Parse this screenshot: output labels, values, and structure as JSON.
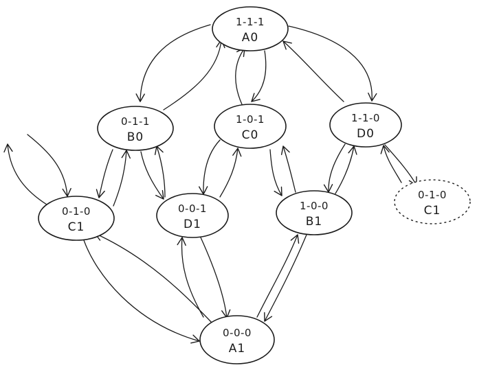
{
  "diagram": {
    "nodes": [
      {
        "id": "A0",
        "code": "1-1-1",
        "label": "A0",
        "style": "solid"
      },
      {
        "id": "B0",
        "code": "0-1-1",
        "label": "B0",
        "style": "solid"
      },
      {
        "id": "C0",
        "code": "1-0-1",
        "label": "C0",
        "style": "solid"
      },
      {
        "id": "D0",
        "code": "1-1-0",
        "label": "D0",
        "style": "solid"
      },
      {
        "id": "C1",
        "code": "0-1-0",
        "label": "C1",
        "style": "solid"
      },
      {
        "id": "D1",
        "code": "0-0-1",
        "label": "D1",
        "style": "solid"
      },
      {
        "id": "B1",
        "code": "1-0-0",
        "label": "B1",
        "style": "solid"
      },
      {
        "id": "C1b",
        "code": "0-1-0",
        "label": "C1",
        "style": "dashed"
      },
      {
        "id": "A1",
        "code": "0-0-0",
        "label": "A1",
        "style": "solid"
      }
    ],
    "edges": [
      {
        "from": "A0",
        "to": "B0"
      },
      {
        "from": "B0",
        "to": "A0"
      },
      {
        "from": "A0",
        "to": "C0"
      },
      {
        "from": "C0",
        "to": "A0"
      },
      {
        "from": "A0",
        "to": "D0"
      },
      {
        "from": "D0",
        "to": "A0"
      },
      {
        "from": "B0",
        "to": "C1"
      },
      {
        "from": "C1",
        "to": "B0"
      },
      {
        "from": "B0",
        "to": "D1"
      },
      {
        "from": "D1",
        "to": "B0"
      },
      {
        "from": "C0",
        "to": "D1"
      },
      {
        "from": "D1",
        "to": "C0"
      },
      {
        "from": "C0",
        "to": "B1"
      },
      {
        "from": "B1",
        "to": "C0"
      },
      {
        "from": "D0",
        "to": "B1"
      },
      {
        "from": "B1",
        "to": "D0"
      },
      {
        "from": "D0",
        "to": "C1b"
      },
      {
        "from": "C1b",
        "to": "D0"
      },
      {
        "from": "C1",
        "to": "A1"
      },
      {
        "from": "A1",
        "to": "C1"
      },
      {
        "from": "D1",
        "to": "A1"
      },
      {
        "from": "A1",
        "to": "D1"
      },
      {
        "from": "B1",
        "to": "A1"
      },
      {
        "from": "A1",
        "to": "B1"
      },
      {
        "from": "",
        "to": "C1"
      },
      {
        "from": "C1",
        "to": ""
      }
    ]
  }
}
